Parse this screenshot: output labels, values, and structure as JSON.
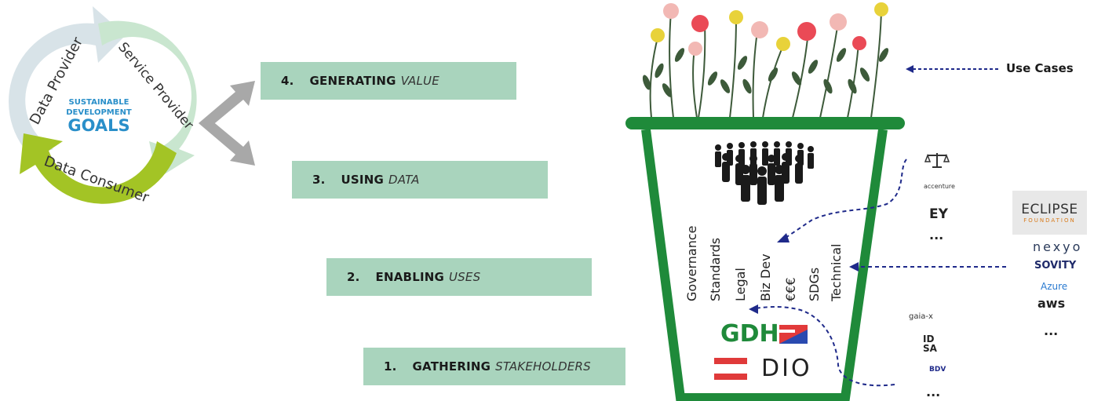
{
  "cycle": {
    "segments": [
      "Data Provider",
      "Service Provider",
      "Data Consumer"
    ],
    "center_logo": [
      "SUSTAINABLE",
      "DEVELOPMENT",
      "GOALS"
    ]
  },
  "steps": [
    {
      "num": "4.",
      "keyword": "GENERATING",
      "rest": "VALUE"
    },
    {
      "num": "3.",
      "keyword": "USING",
      "rest": "DATA"
    },
    {
      "num": "2.",
      "keyword": "ENABLING",
      "rest": "USES"
    },
    {
      "num": "1.",
      "keyword": "GATHERING",
      "rest": "STAKEHOLDERS"
    }
  ],
  "use_cases_label": "Use Cases",
  "pot_labels": [
    "Governance",
    "Standards",
    "Legal",
    "Biz Dev",
    "€€€",
    "SDGs",
    "Technical"
  ],
  "pot_logos": {
    "gdh": "GDH",
    "dio": "DIO"
  },
  "right_logos_top": [
    "accenture",
    "EY",
    "..."
  ],
  "right_logos_middle": [
    "ECLIPSE",
    "FOUNDATION",
    "nexyo",
    "SOVITY",
    "Azure",
    "aws",
    "..."
  ],
  "right_logos_bottom": [
    "gaia-x",
    "ID",
    "SA",
    "BDV",
    "..."
  ],
  "colors": {
    "step_fill": "#a9d4bd",
    "pot_green": "#1f8a3a",
    "arrow_blue": "#1f2a8a",
    "sdg_blue": "#2a8fc9"
  }
}
